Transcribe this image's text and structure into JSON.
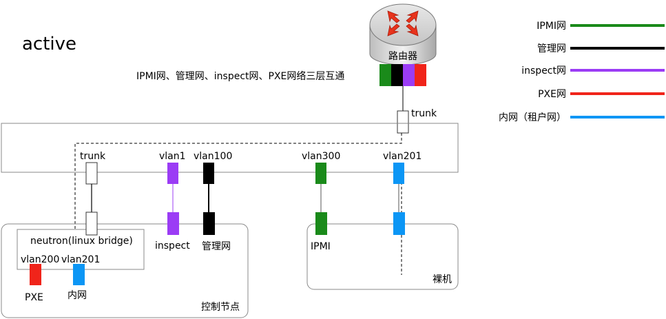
{
  "title": "active",
  "router": {
    "label": "路由器",
    "note": "IPMI网、管理网、inspect网、PXE网络三层互通",
    "port_colors": [
      "#1a8a1a",
      "#000000",
      "#9b3cf5",
      "#f0241a"
    ]
  },
  "switch_labels": {
    "uplink_trunk": "trunk",
    "trunk": "trunk",
    "vlan1": "vlan1",
    "vlan100": "vlan100",
    "vlan300": "vlan300",
    "vlan201": "vlan201"
  },
  "control_node": {
    "label": "控制节点",
    "bridge_label": "neutron(linux bridge)",
    "bridge_vlan200": "vlan200",
    "bridge_vlan201": "vlan201",
    "pxe_label": "PXE",
    "inner_label": "内网",
    "inspect_label": "inspect",
    "mgmt_label": "管理网"
  },
  "bare_metal": {
    "label": "裸机",
    "ipmi_label": "IPMI"
  },
  "legend": [
    {
      "label": "IPMI网",
      "color": "#1a8a1a"
    },
    {
      "label": "管理网",
      "color": "#000000"
    },
    {
      "label": "inspect网",
      "color": "#9b3cf5"
    },
    {
      "label": "PXE网",
      "color": "#f0241a"
    },
    {
      "label": "内网（租户网）",
      "color": "#0c96f5"
    }
  ]
}
